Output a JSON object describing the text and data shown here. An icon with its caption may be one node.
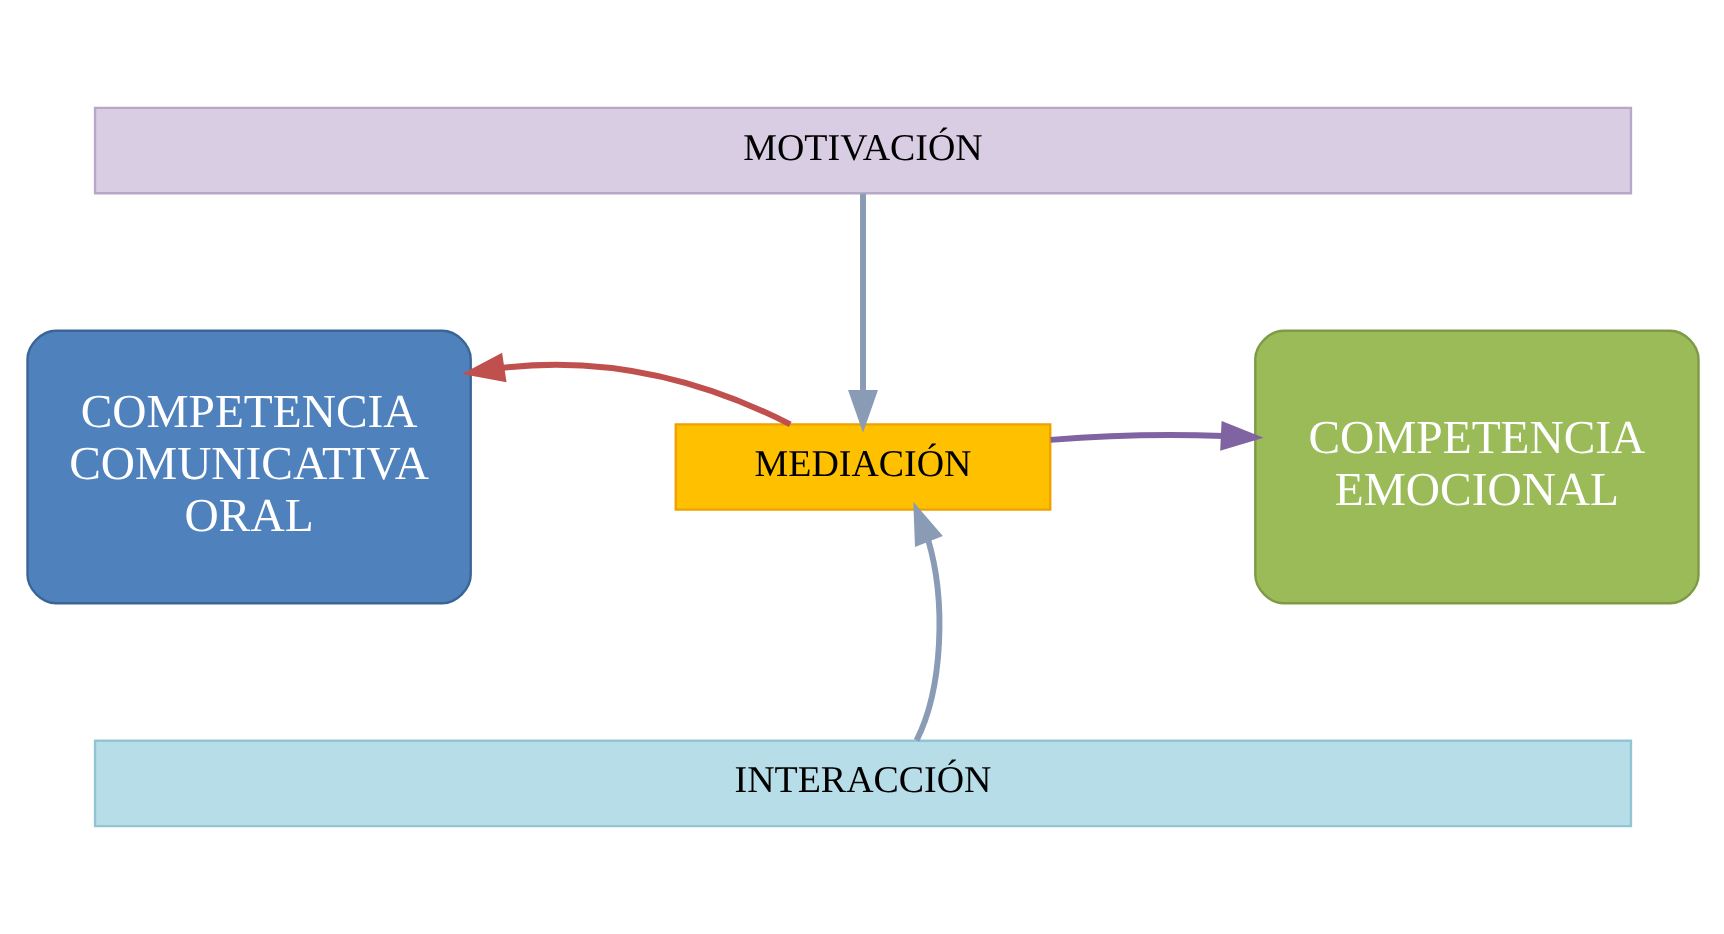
{
  "diagram": {
    "nodes": [
      {
        "text": [
          "MOTIVACIÓN"
        ]
      },
      {
        "text": [
          "COMPETENCIA COMUNICATIVA ORAL"
        ]
      },
      {
        "text": [
          "COMPETENCIA EMOCIONAL"
        ]
      },
      {
        "text": [
          "MEDIACIÓN"
        ]
      },
      {
        "text": [
          "INTERACCIÓN"
        ]
      }
    ],
    "edges": [
      {
        "from": 0,
        "to": 3,
        "arrow": "to"
      },
      {
        "from": 3,
        "to": 1,
        "arrow": "to",
        "color": "#c0504d"
      },
      {
        "from": 3,
        "to": 2,
        "arrow": "to",
        "color": "#8064a2"
      },
      {
        "from": 4,
        "to": 3,
        "arrow": "to"
      }
    ]
  }
}
